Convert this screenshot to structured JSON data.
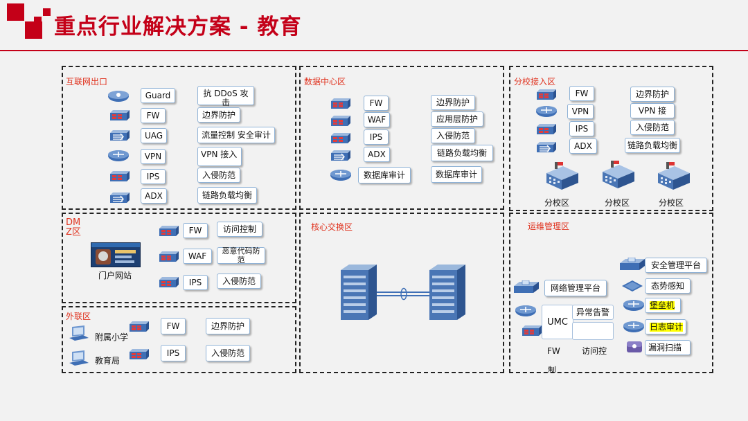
{
  "title": "重点行业解决方案 - 教育",
  "zones": {
    "internet": {
      "label": "互联网出口",
      "devices": [
        "Guard",
        "FW",
        "UAG",
        "VPN",
        "IPS",
        "ADX"
      ],
      "functions": [
        "抗 DDoS 攻击",
        "边界防护",
        "流量控制 安全审计",
        "VPN 接入",
        "入侵防范",
        "链路负载均衡"
      ]
    },
    "datacenter": {
      "label": "数据中心区",
      "devices": [
        "FW",
        "WAF",
        "IPS",
        "ADX",
        "数据库审计"
      ],
      "functions": [
        "边界防护",
        "应用层防护",
        "入侵防范",
        "链路负载均衡",
        "数据库审计"
      ]
    },
    "branch": {
      "label": "分校接入区",
      "devices": [
        "FW",
        "VPN",
        "IPS",
        "ADX"
      ],
      "functions": [
        "边界防护",
        "VPN 接",
        "入侵防范",
        "链路负载均衡"
      ],
      "campuses": [
        "分校区1",
        "分校区2",
        "分校区3"
      ]
    },
    "dmz": {
      "label": "DMZ区",
      "portal": "门户网站",
      "devices": [
        "FW",
        "WAF",
        "IPS"
      ],
      "functions": [
        "访问控制",
        "恶意代码防范",
        "入侵防范"
      ]
    },
    "core": {
      "label": "核心交换区"
    },
    "external": {
      "label": "外联区",
      "sites": [
        "附属小学",
        "教育局"
      ],
      "devices": [
        "FW",
        "IPS"
      ],
      "functions": [
        "边界防护",
        "入侵防范"
      ]
    },
    "ops": {
      "label": "运维管理区",
      "network_mgmt": "网络管理平台",
      "umc": "UMC",
      "alarm": "异常告警",
      "fw": "FW",
      "zhi": "制",
      "access": "访问控",
      "platforms": [
        "安全管理平台",
        "态势感知",
        "堡垒机",
        "日志审计",
        "漏洞扫描"
      ]
    }
  },
  "colors": {
    "accent": "#c40018",
    "zone_label": "#e0321e",
    "highlight": "#ffff00",
    "device_icon": "#3f6fb5"
  },
  "icons": [
    "firewall-icon",
    "router-icon",
    "load-balancer-icon",
    "vpn-icon",
    "building-icon",
    "laptop-icon",
    "core-switch-icon",
    "server-icon"
  ]
}
